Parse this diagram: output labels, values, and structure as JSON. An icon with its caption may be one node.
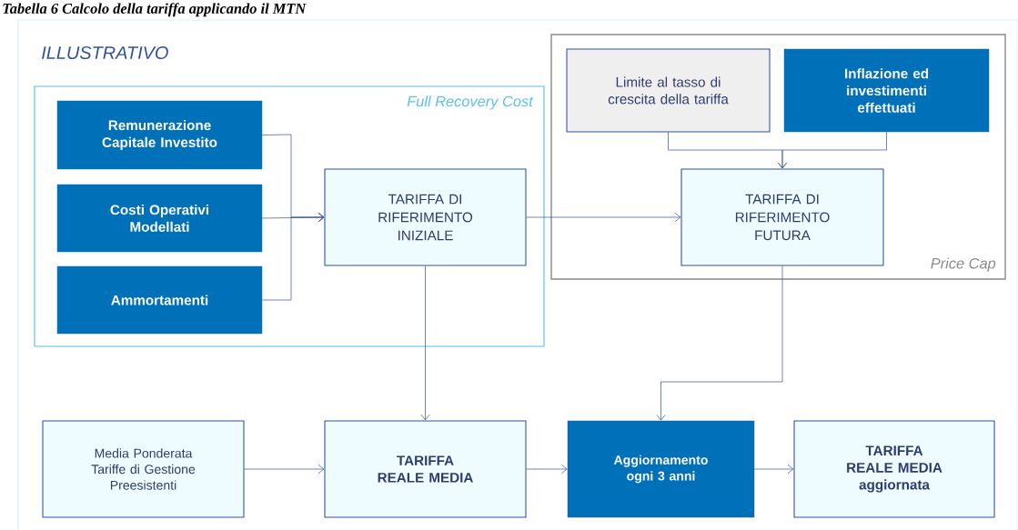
{
  "diagram": {
    "title": "Tabella 6 Calcolo della tariffa applicando il MTN",
    "nodes": [
      {
        "text": [
          "Full Recovery Cost"
        ]
      },
      {
        "text": [
          "Remunerazione Capitale Investito"
        ],
        "in": 0
      },
      {
        "text": [
          "Costi Operativi Modellati"
        ],
        "in": 0
      },
      {
        "text": [
          "Ammortamenti"
        ],
        "in": 0
      },
      {
        "text": [
          "TARIFFA DI RIFERIMENTO INIZIALE"
        ],
        "in": 0
      },
      {
        "text": [
          "Price Cap"
        ]
      },
      {
        "text": [
          "Limite al tasso di crescita della tariffa"
        ],
        "in": 5
      },
      {
        "text": [
          "Inflazione ed investimenti effettuati"
        ],
        "in": 5
      },
      {
        "text": [
          "TARIFFA DI RIFERIMENTO FUTURA"
        ],
        "in": 5
      },
      {
        "text": [
          "Media Ponderata Tariffe di Gestione Preesistenti"
        ]
      },
      {
        "text": [
          "TARIFFA REALE MEDIA"
        ]
      },
      {
        "text": [
          "Aggiornamento ogni 3 anni"
        ]
      },
      {
        "text": [
          "TARIFFA REALE MEDIA aggiornata"
        ]
      }
    ],
    "edges": [
      {
        "from": 1,
        "to": 4,
        "arrow": "to"
      },
      {
        "from": 2,
        "to": 4,
        "arrow": "to"
      },
      {
        "from": 3,
        "to": 4,
        "arrow": "to"
      },
      {
        "from": 4,
        "to": 8,
        "arrow": "to"
      },
      {
        "from": 6,
        "to": 8,
        "arrow": "to"
      },
      {
        "from": 7,
        "to": 8,
        "arrow": "to"
      },
      {
        "from": 4,
        "to": 10,
        "arrow": "to"
      },
      {
        "from": 8,
        "to": 11,
        "arrow": "to"
      },
      {
        "from": 9,
        "to": 10,
        "arrow": "to"
      },
      {
        "from": 10,
        "to": 11,
        "arrow": "to"
      },
      {
        "from": 11,
        "to": 12,
        "arrow": "to"
      }
    ],
    "labels": [
      "ILLUSTRATIVO"
    ]
  }
}
